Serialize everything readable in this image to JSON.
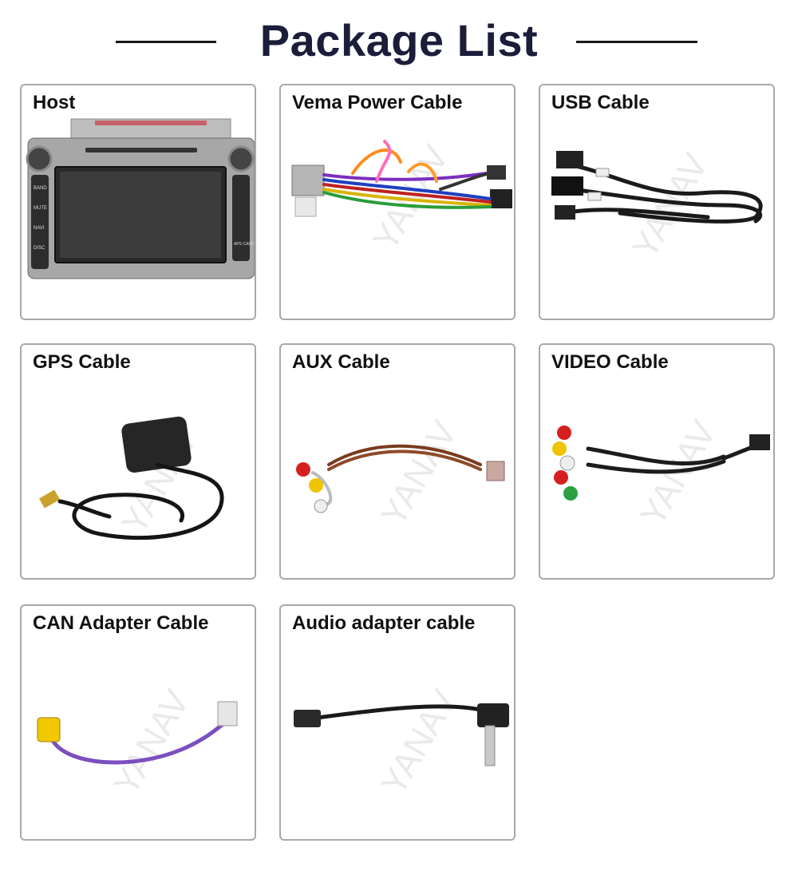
{
  "header": {
    "title": "Package List"
  },
  "watermark": "YANAV",
  "items": [
    {
      "label": "Host"
    },
    {
      "label": "Vema Power Cable"
    },
    {
      "label": "USB Cable"
    },
    {
      "label": "GPS Cable"
    },
    {
      "label": "AUX Cable"
    },
    {
      "label": "VIDEO Cable"
    },
    {
      "label": "CAN Adapter Cable"
    },
    {
      "label": "Audio adapter cable"
    }
  ],
  "host_buttons_left": [
    "BAND",
    "MUTE",
    "NAVI",
    "DISC"
  ],
  "host_buttons_right": [
    "APS CARD"
  ]
}
